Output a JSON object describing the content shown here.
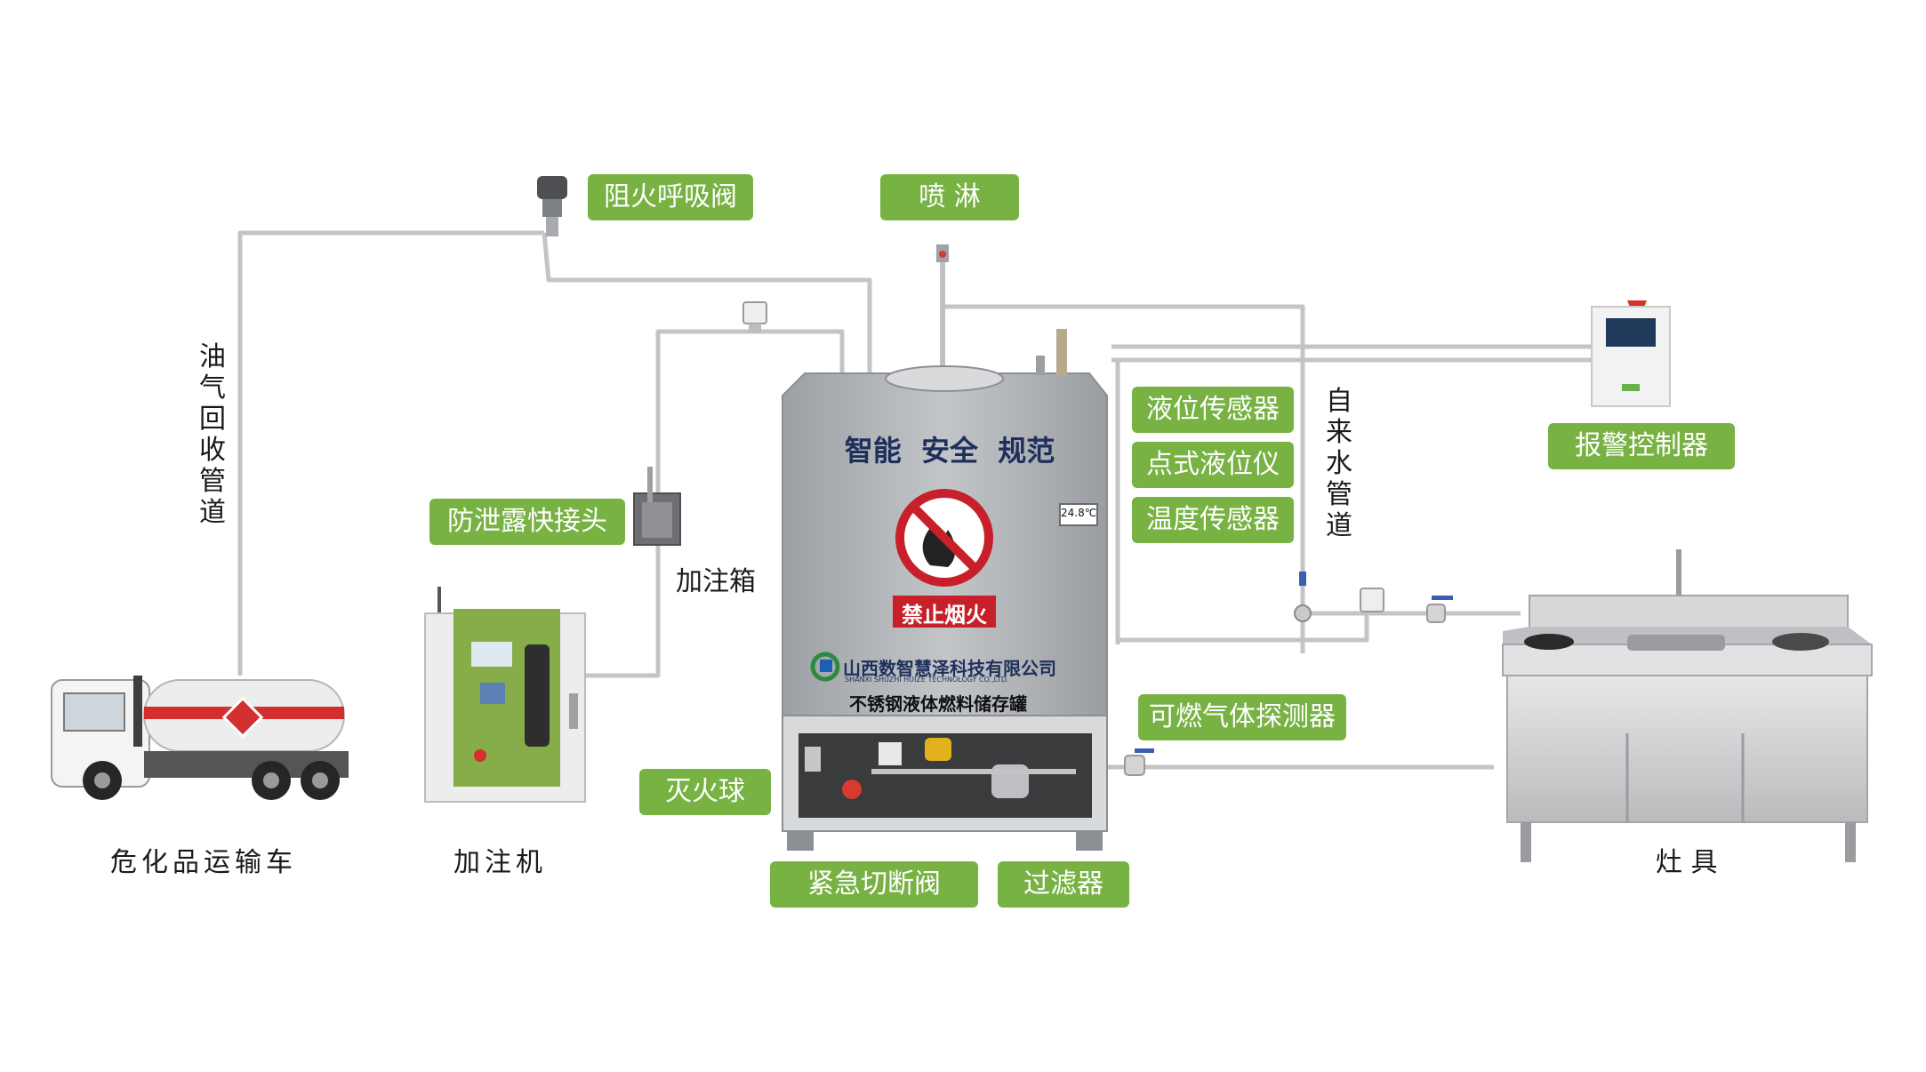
{
  "colors": {
    "label_bg": "#77b243",
    "pipe": "#c4c4c4",
    "tank": "#a9acb0",
    "tank_text": "#1e2f5c",
    "warn_red": "#c8202a"
  },
  "labels": {
    "breather_valve": "阻火呼吸阀",
    "sprinkler": "喷 淋",
    "leak_proof_coupling": "防泄露快接头",
    "level_sensor": "液位传感器",
    "point_level_gauge": "点式液位仪",
    "temperature_sensor": "温度传感器",
    "alarm_controller": "报警控制器",
    "gas_detector": "可燃气体探测器",
    "fire_ball": "灭火球",
    "emergency_valve": "紧急切断阀",
    "filter": "过滤器"
  },
  "captions": {
    "vapor_recovery_pipe": "油气回收管道",
    "tap_water_pipe": "自来水管道",
    "filling_box": "加注箱",
    "tanker_truck": "危化品运输车",
    "dispenser": "加注机",
    "stove": "灶 具"
  },
  "tank": {
    "slogan": "智能  安全  规范",
    "warning": "禁止烟火",
    "company_cn": "山西数智慧泽科技有限公司",
    "company_en": "SHANXI SHUZHI HUIZE TECHNOLOGY CO.,LTD.",
    "product": "不锈钢液体燃料储存罐",
    "thermometer_reading": "24.8℃"
  },
  "icons": [
    "no-fire-icon",
    "hazmat-diamond-icon",
    "company-logo-icon",
    "red-beacon-icon"
  ]
}
